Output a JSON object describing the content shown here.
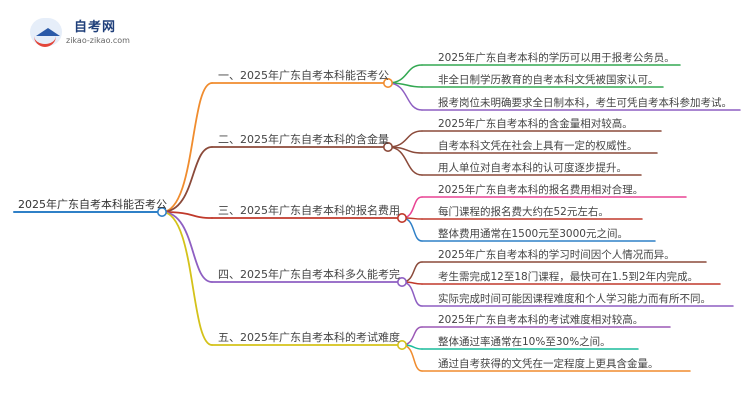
{
  "logo": {
    "title": "自考网",
    "url": "zikao-zikao.com",
    "icon": "graduation-cap-icon"
  },
  "mindmap": {
    "root": "2025年广东自考本科能否考公",
    "branches": [
      {
        "label": "一、2025年广东自考本科能否考公",
        "color": "#f08c2e",
        "leaves": [
          {
            "text": "2025年广东自考本科的学历可以用于报考公务员。",
            "color": "#33a852"
          },
          {
            "text": "非全日制学历教育的自考本科文凭被国家认可。",
            "color": "#33a852"
          },
          {
            "text": "报考岗位未明确要求全日制本科，考生可凭自考本科参加考试。",
            "color": "#8e5fc2"
          }
        ]
      },
      {
        "label": "二、2025年广东自考本科的含金量",
        "color": "#8b4a3a",
        "leaves": [
          {
            "text": "2025年广东自考本科的含金量相对较高。",
            "color": "#8b4a3a"
          },
          {
            "text": "自考本科文凭在社会上具有一定的权威性。",
            "color": "#8b4a3a"
          },
          {
            "text": "用人单位对自考本科的认可度逐步提升。",
            "color": "#8b4a3a"
          }
        ]
      },
      {
        "label": "三、2025年广东自考本科的报名费用",
        "color": "#c0392b",
        "leaves": [
          {
            "text": "2025年广东自考本科的报名费用相对合理。",
            "color": "#e84393"
          },
          {
            "text": "每门课程的报名费大约在52元左右。",
            "color": "#c0392b"
          },
          {
            "text": "整体费用通常在1500元至3000元之间。",
            "color": "#2f80c7"
          }
        ]
      },
      {
        "label": "四、2025年广东自考本科多久能考完",
        "color": "#8e5fc2",
        "leaves": [
          {
            "text": "2025年广东自考本科的学习时间因个人情况而异。",
            "color": "#8b4a3a"
          },
          {
            "text": "考生需完成12至18门课程，最快可在1.5到2年内完成。",
            "color": "#c0392b"
          },
          {
            "text": "实际完成时间可能因课程难度和个人学习能力而有所不同。",
            "color": "#8e5fc2"
          }
        ]
      },
      {
        "label": "五、2025年广东自考本科的考试难度",
        "color": "#d4c21a",
        "leaves": [
          {
            "text": "2025年广东自考本科的考试难度相对较高。",
            "color": "#9b59b6"
          },
          {
            "text": "整体通过率通常在10%至30%之间。",
            "color": "#1abc9c"
          },
          {
            "text": "通过自考获得的文凭在一定程度上更具含金量。",
            "color": "#f08c2e"
          }
        ]
      }
    ]
  }
}
